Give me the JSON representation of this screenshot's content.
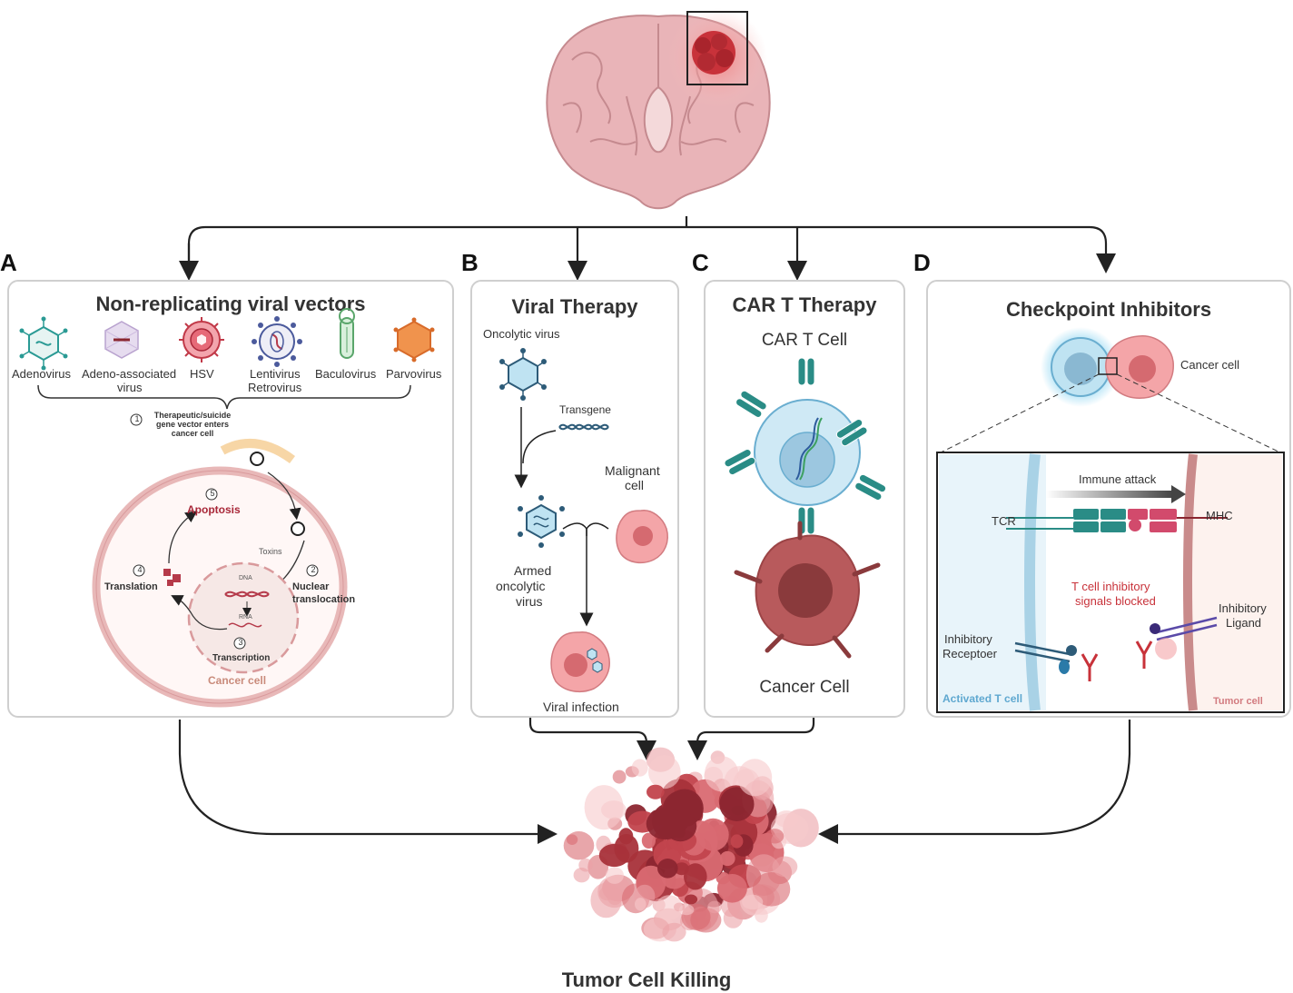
{
  "letters": {
    "a": "A",
    "b": "B",
    "c": "C",
    "d": "D"
  },
  "panel_a": {
    "title": "Non-replicating viral vectors",
    "viruses": [
      "Adenovirus",
      "Adeno-associated virus",
      "HSV",
      "Lentivirus Retrovirus",
      "Baculovirus",
      "Parvovirus"
    ],
    "virus_lines": {
      "aav_1": "Adeno-associated",
      "aav_2": "virus",
      "lenti_1": "Lentivirus",
      "lenti_2": "Retrovirus"
    },
    "step1": "Therapeutic/suicide gene vector enters cancer cell",
    "step1_lines": [
      "Therapeutic/suicide",
      "gene vector enters",
      "cancer cell"
    ],
    "step2_line1": "Nuclear",
    "step2_line2": "translocation",
    "step3": "Transcription",
    "step4": "Translation",
    "step5": "Apoptosis",
    "toxins": "Toxins",
    "dna": "DNA",
    "rna": "RNA",
    "cell": "Cancer cell",
    "nums": [
      "1",
      "2",
      "3",
      "4",
      "5"
    ]
  },
  "panel_b": {
    "title": "Viral Therapy",
    "oncolytic": "Oncolytic virus",
    "transgene": "Transgene",
    "malignant_1": "Malignant",
    "malignant_2": "cell",
    "armed_1": "Armed",
    "armed_2": "oncolytic",
    "armed_3": "virus",
    "infection": "Viral infection"
  },
  "panel_c": {
    "title": "CAR T Therapy",
    "car_t": "CAR T Cell",
    "cancer": "Cancer Cell"
  },
  "panel_d": {
    "title": "Checkpoint Inhibitors",
    "cancer_cell": "Cancer cell",
    "immune_attack": "Immune attack",
    "tcr": "TCR",
    "mhc": "MHC",
    "blocked_1": "T cell inhibitory",
    "blocked_2": "signals blocked",
    "inh_lig_1": "Inhibitory",
    "inh_lig_2": "Ligand",
    "inh_rec_1": "Inhibitory",
    "inh_rec_2": "Receptoer",
    "activated": "Activated T cell",
    "tumor": "Tumor cell"
  },
  "bottom": {
    "label": "Tumor Cell Killing"
  },
  "colors": {
    "teal": "#2a8c86",
    "tumor": "#b8464f",
    "dark_red": "#8a2630",
    "panel_border": "#cfcfcf",
    "blue_cell": "#bfe3f2"
  }
}
